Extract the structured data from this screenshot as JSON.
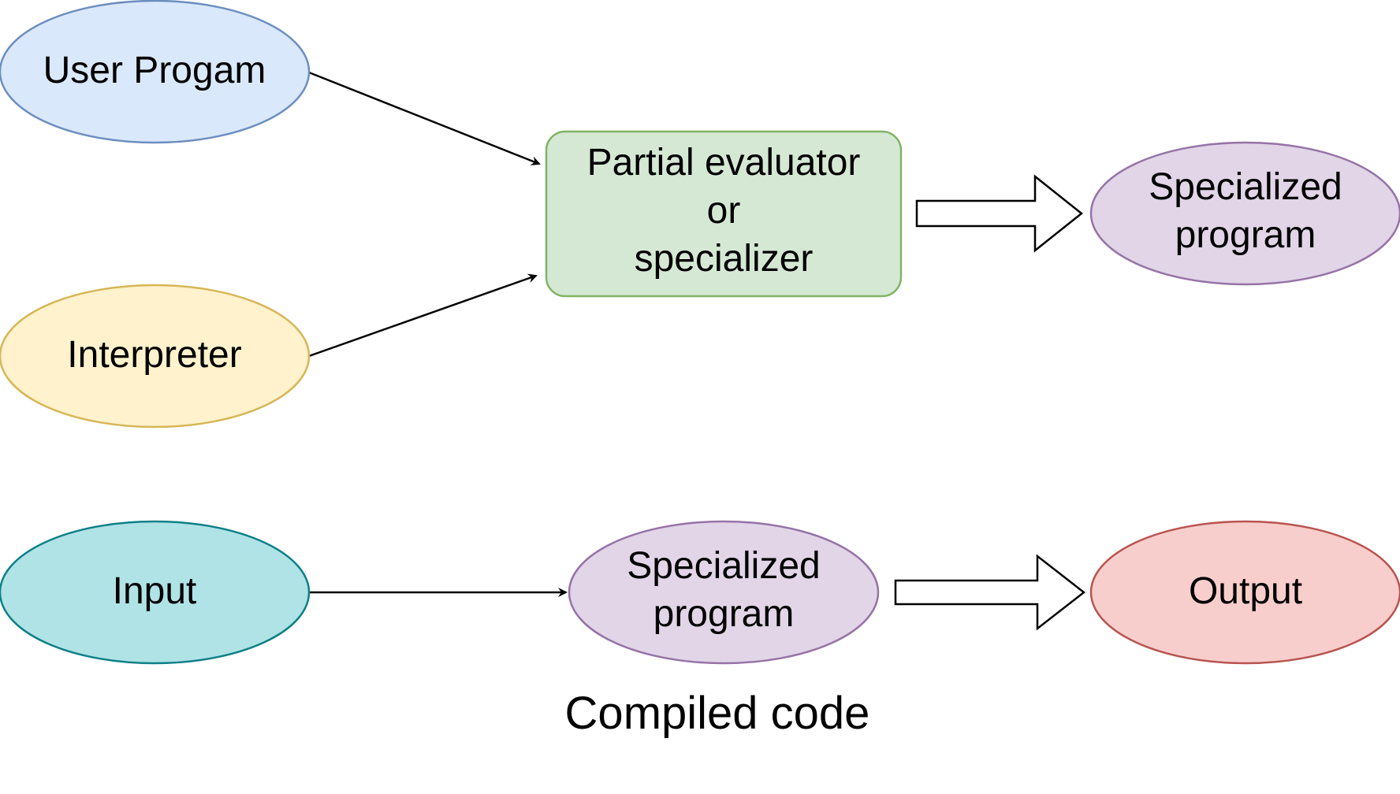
{
  "nodes": {
    "user_program": {
      "label": "User Progam",
      "fill": "#dae8fc",
      "stroke": "#6c8ebf"
    },
    "interpreter": {
      "label": "Interpreter",
      "fill": "#fff2cc",
      "stroke": "#d6b656"
    },
    "partial_evaluator": {
      "lines": [
        "Partial evaluator",
        "or",
        "specializer"
      ],
      "fill": "#d5e8d4",
      "stroke": "#82b366"
    },
    "specialized_program_top": {
      "lines": [
        "Specialized",
        "program"
      ],
      "fill": "#e1d5e7",
      "stroke": "#9673a6"
    },
    "input": {
      "label": "Input",
      "fill": "#b0e3e6",
      "stroke": "#0e8088"
    },
    "specialized_program_bottom": {
      "lines": [
        "Specialized",
        "program"
      ],
      "fill": "#e1d5e7",
      "stroke": "#9673a6"
    },
    "output": {
      "label": "Output",
      "fill": "#f8cecc",
      "stroke": "#b85450"
    }
  },
  "caption": "Compiled code",
  "colors": {
    "edge": "#000000",
    "block_arrow_fill": "#ffffff"
  }
}
